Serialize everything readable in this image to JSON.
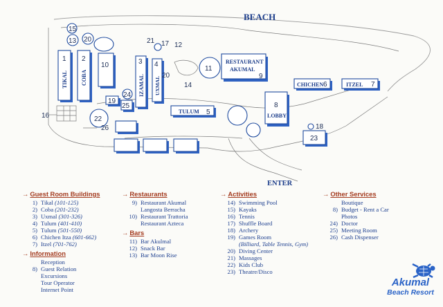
{
  "map": {
    "beach_label": "BEACH",
    "enter_label": "ENTER",
    "buildings": [
      {
        "name": "TIKAL",
        "num": "1"
      },
      {
        "name": "COBA",
        "num": "2"
      },
      {
        "name": "IZAMAL",
        "num": "3"
      },
      {
        "name": "UXMAL",
        "num": "4"
      },
      {
        "name": "TULUM",
        "num": "5"
      },
      {
        "name": "CHICHEN",
        "num": "6"
      },
      {
        "name": "ITZEL",
        "num": "7"
      },
      {
        "name": "LOBBY",
        "num": "8"
      }
    ],
    "restaurant_label_1": "RESTAURANT",
    "restaurant_label_2": "AKUMAL",
    "restaurant_num": "9",
    "markers": [
      "10",
      "11",
      "12",
      "13",
      "14",
      "15",
      "16",
      "17",
      "18",
      "19",
      "20",
      "21",
      "22",
      "23",
      "24",
      "25",
      "26"
    ]
  },
  "legend": {
    "guest_rooms": {
      "title": "Guest Room Buildings",
      "items": [
        {
          "n": "1)",
          "name": "Tikal",
          "range": "(101-125)"
        },
        {
          "n": "2)",
          "name": "Coba",
          "range": "(201-232)"
        },
        {
          "n": "3)",
          "name": "Uxmal",
          "range": "(301-326)"
        },
        {
          "n": "4)",
          "name": "Tulum",
          "range": "(401-410)"
        },
        {
          "n": "5)",
          "name": "Tulum",
          "range": "(501-550)"
        },
        {
          "n": "6)",
          "name": "Chichen Itza",
          "range": "(601-662)"
        },
        {
          "n": "7)",
          "name": "Itzel",
          "range": "(701-762)"
        }
      ]
    },
    "information": {
      "title": "Information",
      "line1": "Reception",
      "n8": "8)",
      "line2": "Guest Relation",
      "line3": "Excursions",
      "line4": "Tour Operator",
      "line5": "Internet Point"
    },
    "restaurants": {
      "title": "Restaurants",
      "items": [
        {
          "n": "9)",
          "name": "Restaurant Akumal",
          "sub": "Langosta Berracha"
        },
        {
          "n": "10)",
          "name": "Restaurant Trattoria",
          "sub": "Restaurant Azteca"
        }
      ]
    },
    "bars": {
      "title": "Bars",
      "items": [
        {
          "n": "11)",
          "name": "Bar Akulmal"
        },
        {
          "n": "12)",
          "name": "Snack Bar"
        },
        {
          "n": "13)",
          "name": "Bar Moon Rise"
        }
      ]
    },
    "activities": {
      "title": "Activities",
      "items": [
        {
          "n": "14)",
          "name": "Swimming Pool"
        },
        {
          "n": "15)",
          "name": "Kayaks"
        },
        {
          "n": "16)",
          "name": "Tennis"
        },
        {
          "n": "17)",
          "name": "Shuffle Board"
        },
        {
          "n": "18)",
          "name": "Archery"
        },
        {
          "n": "19)",
          "name": "Games Room"
        },
        {
          "n": "20)",
          "name": "Diving Center"
        },
        {
          "n": "21)",
          "name": "Massages"
        },
        {
          "n": "22)",
          "name": "Kids Club"
        },
        {
          "n": "23)",
          "name": "Theatre/Disco"
        }
      ],
      "games_sub": "(Billiard, Table Tennis, Gym)"
    },
    "other": {
      "title": "Other Services",
      "line1": "Boutique",
      "n8": "8)",
      "line2": "Budget - Rent a Car",
      "line3": "Photos",
      "items": [
        {
          "n": "24)",
          "name": "Doctor"
        },
        {
          "n": "25)",
          "name": "Meeting Room"
        },
        {
          "n": "26)",
          "name": "Cash Dispenser"
        }
      ]
    }
  },
  "logo": {
    "line1": "Akumal",
    "line2": "Beach Resort"
  },
  "colors": {
    "blue": "#2f62c2",
    "heading": "#a33a1e"
  }
}
